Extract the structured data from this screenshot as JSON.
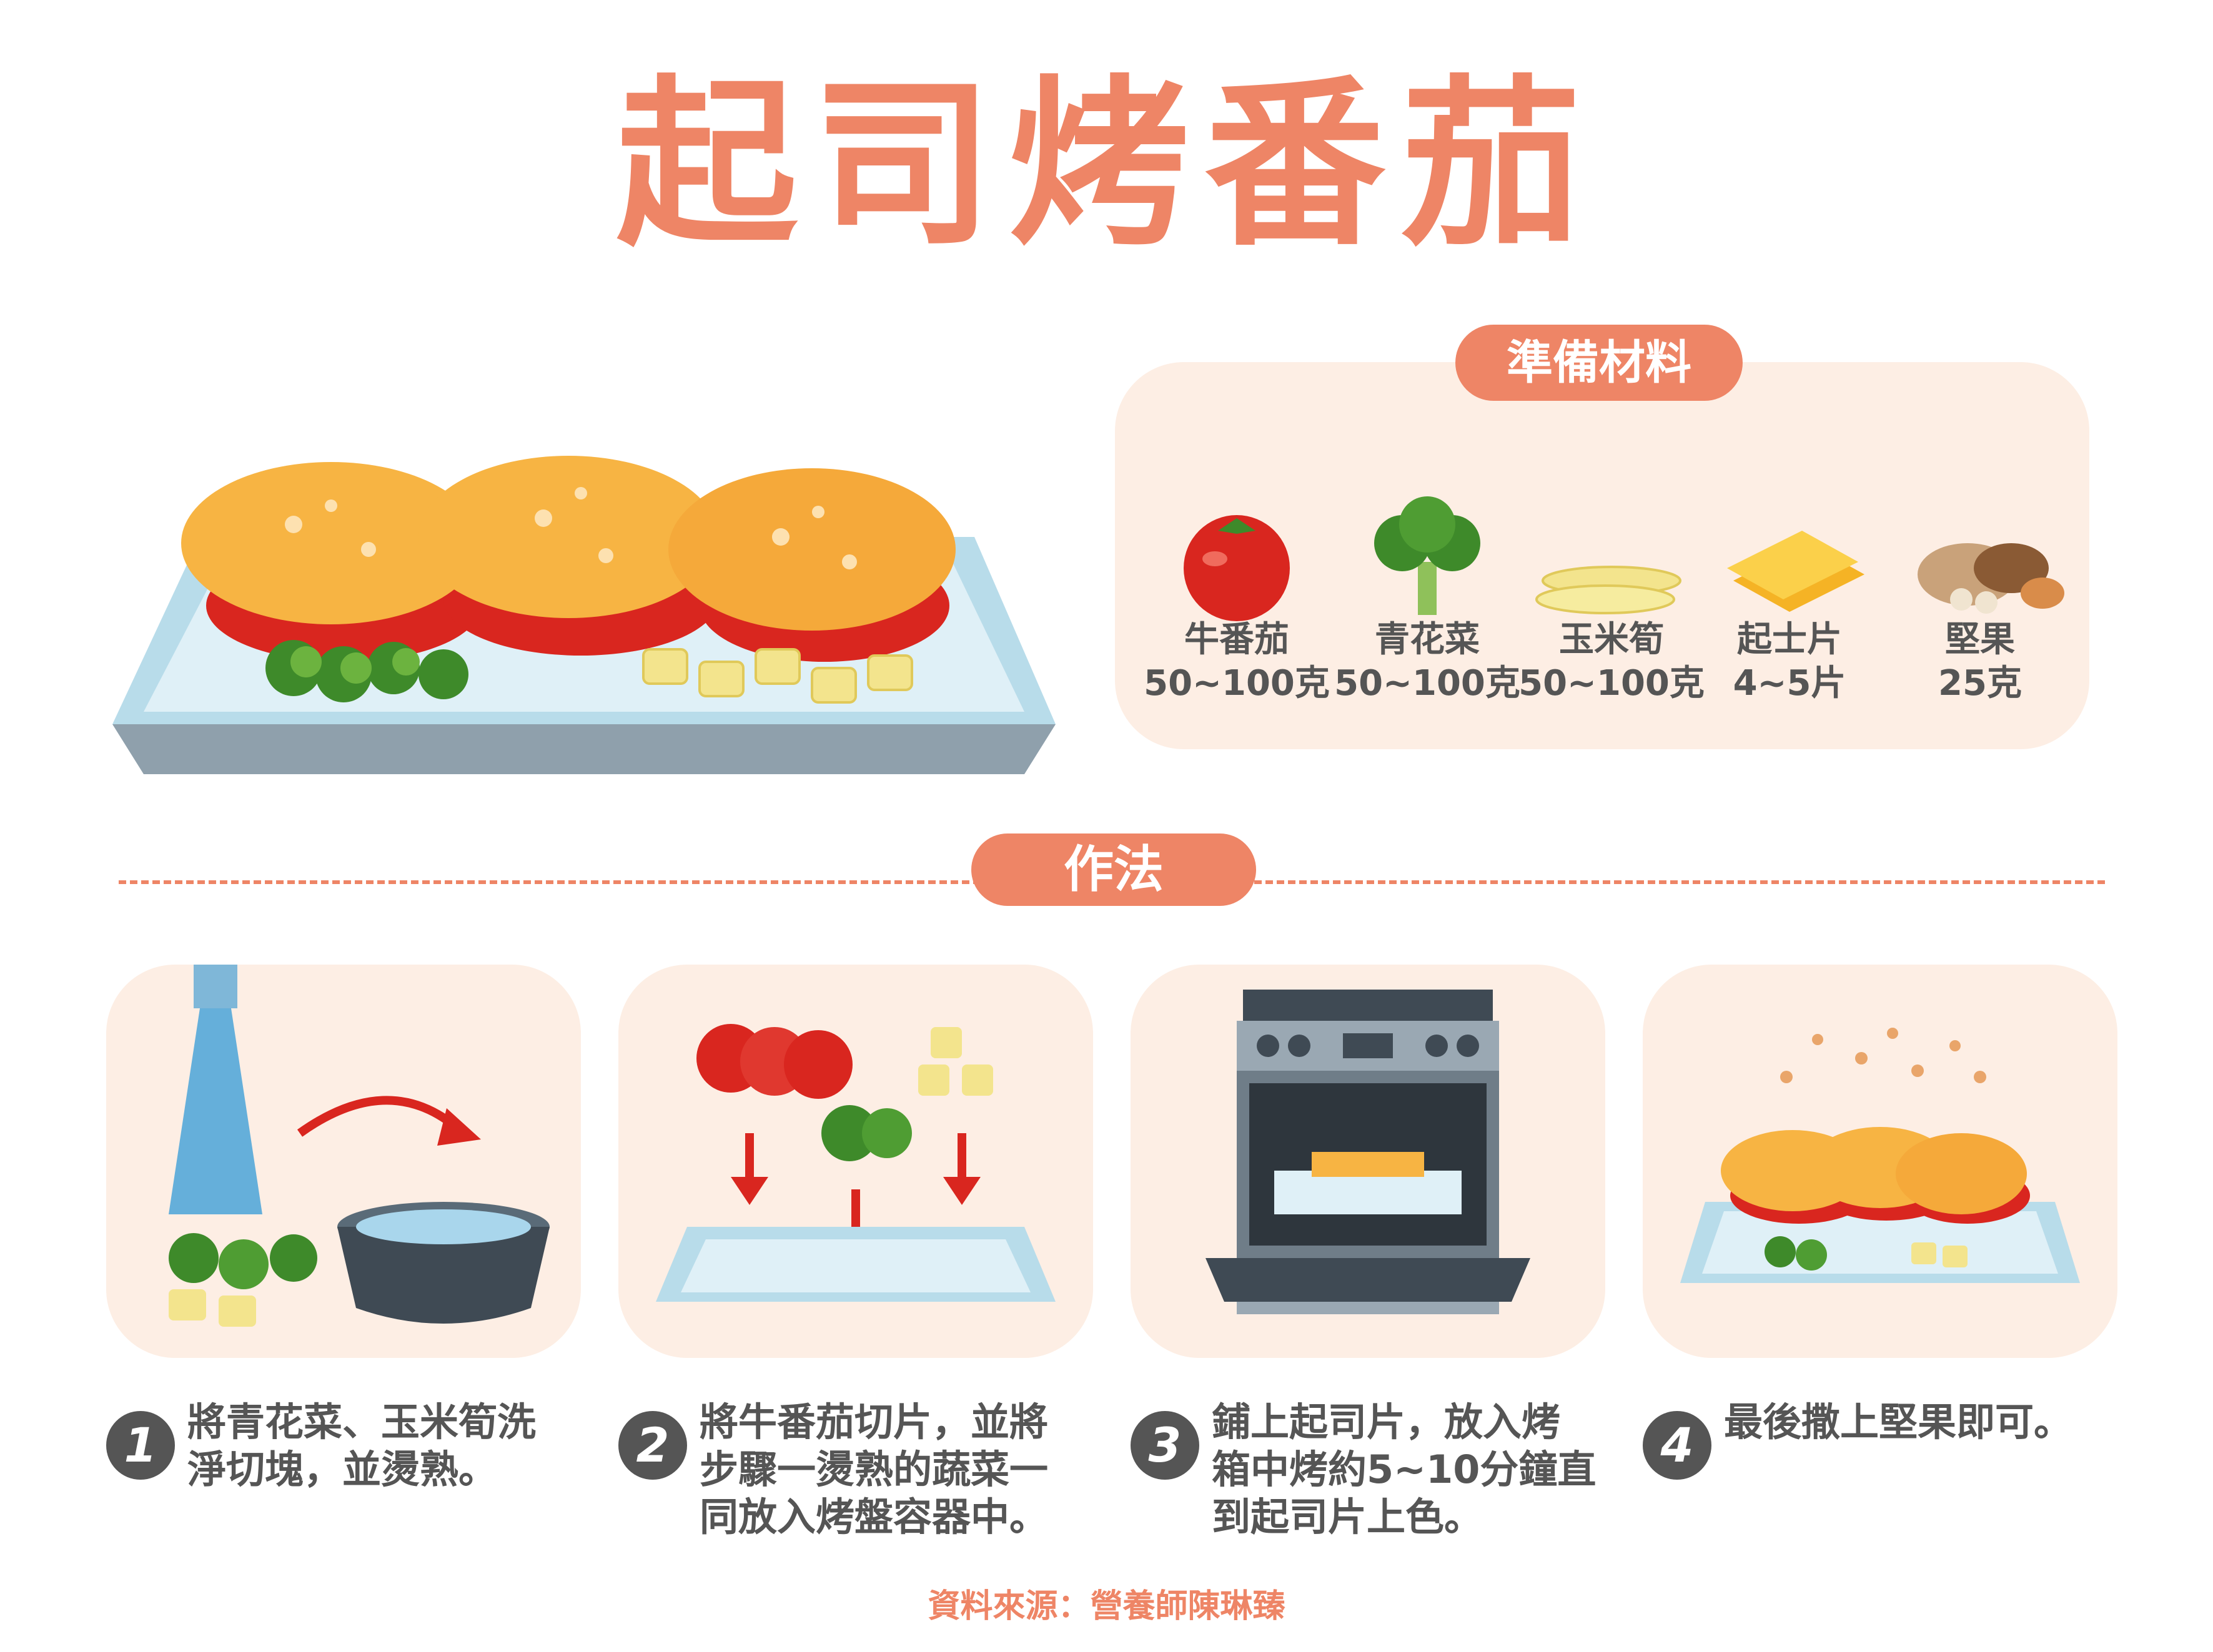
{
  "title": "起司烤番茄",
  "ingredients": {
    "heading": "準備材料",
    "items": [
      {
        "name": "牛番茄",
        "amount": "50~100克",
        "icon": "tomato-icon"
      },
      {
        "name": "青花菜",
        "amount": "50~100克",
        "icon": "broccoli-icon"
      },
      {
        "name": "玉米筍",
        "amount": "50~100克",
        "icon": "baby-corn-icon"
      },
      {
        "name": "起士片",
        "amount": "4~5片",
        "icon": "cheese-slice-icon"
      },
      {
        "name": "堅果",
        "amount": "25克",
        "icon": "nuts-icon"
      }
    ]
  },
  "method": {
    "heading": "作法",
    "steps": [
      {
        "number": "1",
        "text": "將青花菜、玉米筍洗\n淨切塊，並燙熟。"
      },
      {
        "number": "2",
        "text": "將牛番茄切片，並將\n步驟一燙熟的蔬菜一\n同放入烤盤容器中。"
      },
      {
        "number": "3",
        "text": "鋪上起司片，放入烤\n箱中烤約5~10分鐘直\n到起司片上色。"
      },
      {
        "number": "4",
        "text": "最後撒上堅果即可。"
      }
    ]
  },
  "source": "資料來源：營養師陳琳臻",
  "colors": {
    "accent": "#ee8566",
    "panel": "#fdeee4",
    "text": "#555555"
  }
}
